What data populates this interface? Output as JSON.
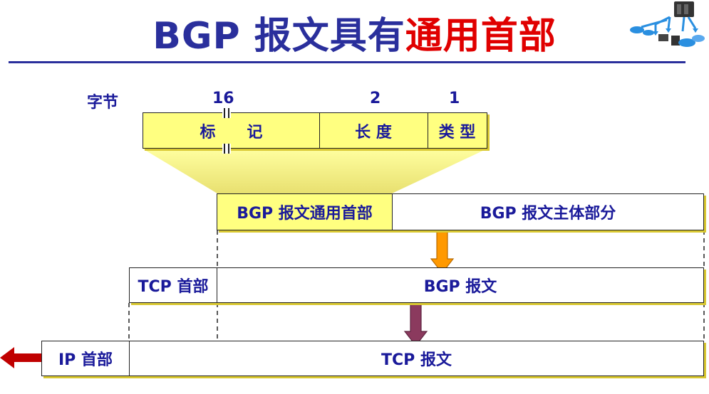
{
  "title": {
    "main": "BGP 报文具有",
    "highlight": "通用首部"
  },
  "header_row": {
    "unit_label": "字节",
    "sizes": [
      "16",
      "2",
      "1"
    ],
    "fields": [
      "标　　记",
      "长 度",
      "类 型"
    ]
  },
  "bgp_row": {
    "header": "BGP 报文通用首部",
    "body": "BGP 报文主体部分"
  },
  "tcp_row": {
    "header": "TCP 首部",
    "body": "BGP 报文"
  },
  "ip_row": {
    "header": "IP 首部",
    "body": "TCP 报文"
  },
  "colors": {
    "title_blue": "#2a2f9c",
    "highlight_red": "#e00000",
    "field_yellow": "#ffff80",
    "arrow_orange": "#ff9900",
    "arrow_purple": "#8b3a5e",
    "arrow_red": "#c00000"
  },
  "icons": [
    "network-topology-icon"
  ]
}
